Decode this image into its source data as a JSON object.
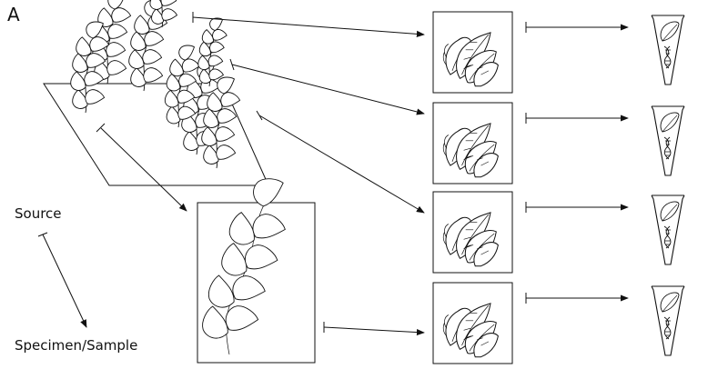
{
  "figure": {
    "panel_label": "A",
    "legend": {
      "source_label": "Source",
      "sample_label": "Specimen/Sample"
    },
    "line_color": "#111111",
    "background": "#ffffff",
    "rows": [
      {
        "specimen": "leaf-bundle",
        "tube": "leaf-dna-tube"
      },
      {
        "specimen": "leaf-bundle",
        "tube": "leaf-dna-tube"
      },
      {
        "specimen": "leaf-bundle",
        "tube": "leaf-dna-tube"
      },
      {
        "specimen": "leaf-bundle",
        "tube": "leaf-dna-tube"
      }
    ]
  }
}
